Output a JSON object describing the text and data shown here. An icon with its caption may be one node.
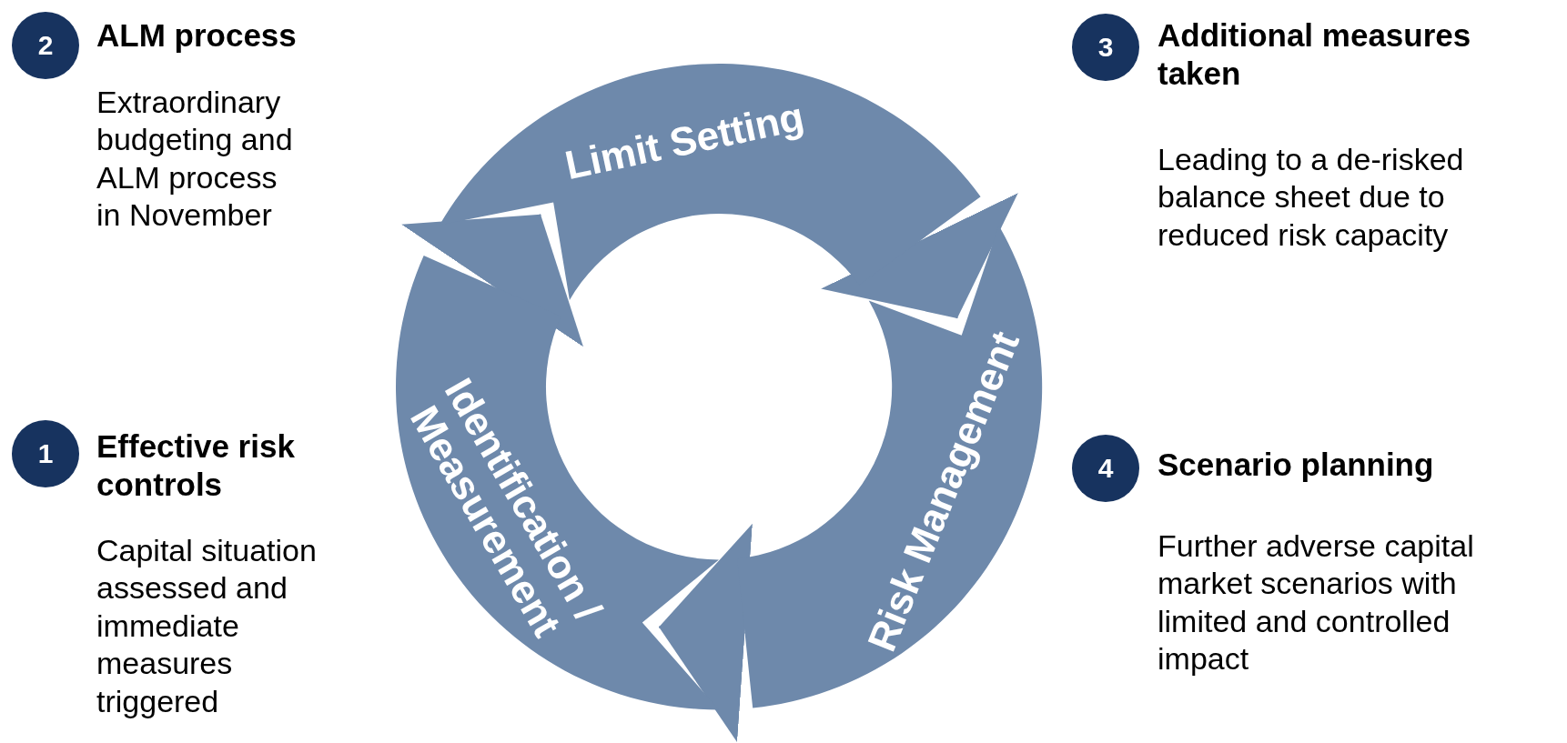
{
  "diagram": {
    "nodes": [
      {
        "text": [
          "2"
        ],
        "beside": [
          "ALM process",
          "Extraordinary budgeting and ALM process in November"
        ]
      },
      {
        "text": [
          "3"
        ],
        "beside": [
          "Additional measures taken",
          "Leading to a de-risked balance sheet due to reduced risk capacity"
        ]
      },
      {
        "text": [
          "Limit Setting"
        ]
      },
      {
        "text": [
          "Risk Management"
        ]
      },
      {
        "text": [
          "Identification / Measurement"
        ]
      },
      {
        "text": [
          "1"
        ],
        "beside": [
          "Effective risk controls",
          "Capital situation assessed and immediate measures triggered"
        ]
      },
      {
        "text": [
          "4"
        ],
        "beside": [
          "Scenario planning",
          "Further adverse capital market scenarios with limited and controlled impact"
        ]
      }
    ],
    "edges": [
      {
        "from": 4,
        "to": 2,
        "arrow": "to"
      },
      {
        "from": 2,
        "to": 3,
        "arrow": "to"
      },
      {
        "from": 3,
        "to": 4,
        "arrow": "to"
      }
    ]
  }
}
